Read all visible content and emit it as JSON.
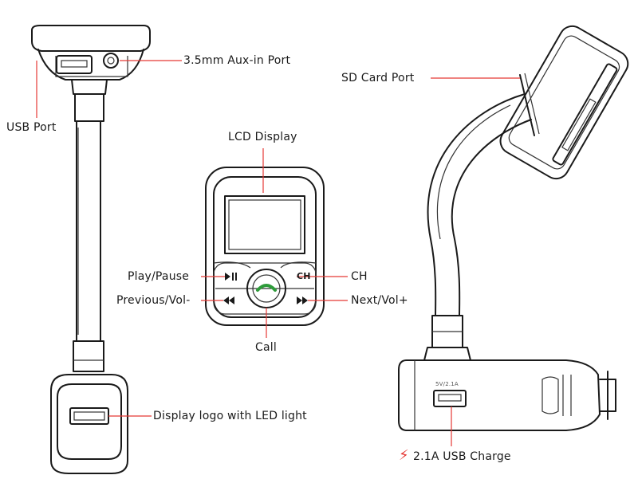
{
  "labels": {
    "aux_in_port": "3.5mm Aux-in Port",
    "usb_port": "USB Port",
    "lcd_display": "LCD Display",
    "play_pause": "Play/Pause",
    "ch": "CH",
    "previous_vol_minus": "Previous/Vol-",
    "next_vol_plus": "Next/Vol+",
    "call": "Call",
    "display_logo": "Display logo with LED light",
    "sd_card_port": "SD Card Port",
    "usb_charge": "2.1A USB Charge",
    "port_tag": "5V/2.1A"
  },
  "icons": {
    "play_pause": "play-pause-icon",
    "ch": "ch-icon",
    "previous": "previous-icon",
    "next": "next-icon",
    "call": "phone-icon",
    "charge": "lightning-icon"
  },
  "colors": {
    "leader_line": "#e53935",
    "outline": "#1a1a1a",
    "call_button": "#2e9b3a",
    "lightning": "#e53935"
  }
}
